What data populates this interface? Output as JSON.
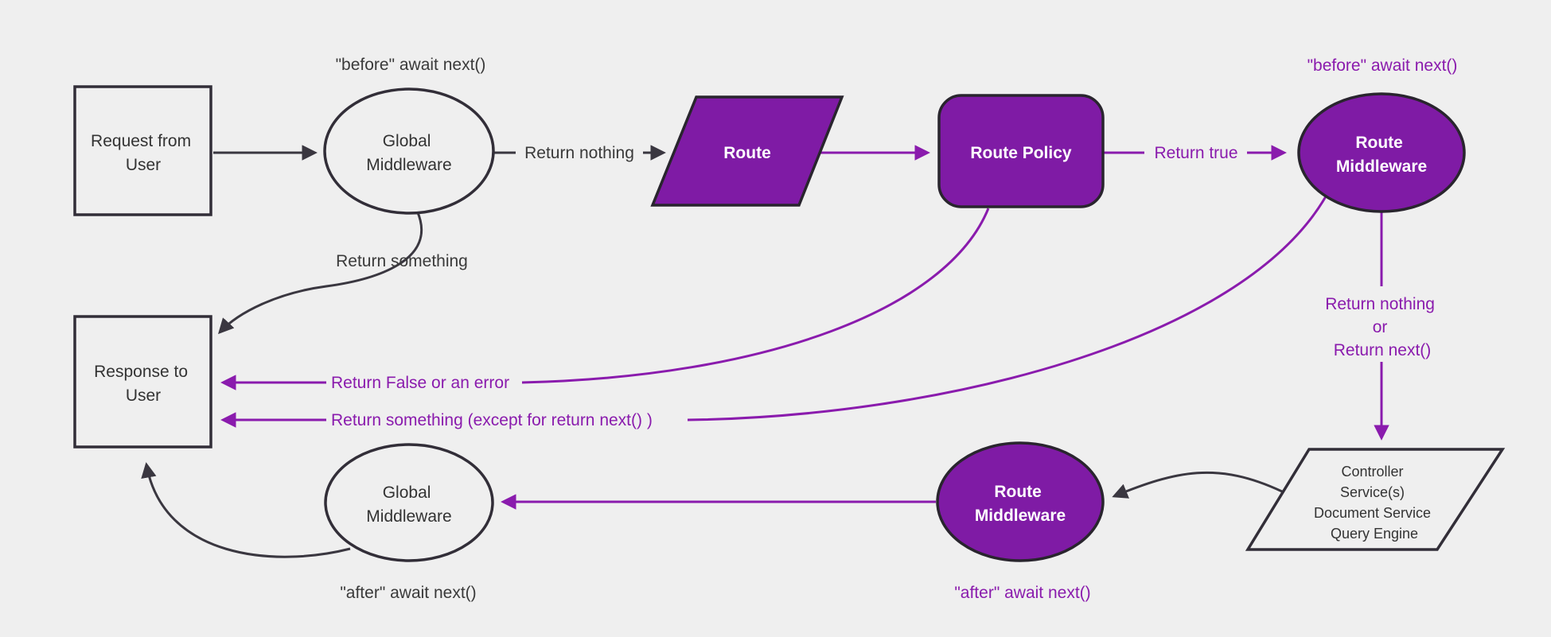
{
  "diagram_type": "flowchart",
  "colors": {
    "background": "#efefef",
    "purple_fill": "#7f1ba5",
    "purple_line": "#8a1bad",
    "dark_stroke": "#322e38",
    "dark_text": "#333333",
    "white_text": "#ffffff"
  },
  "nodes": {
    "request_user": {
      "shape": "rectangle",
      "line1": "Request from",
      "line2": "User"
    },
    "global_middleware_top": {
      "shape": "ellipse",
      "line1": "Global",
      "line2": "Middleware"
    },
    "route": {
      "shape": "parallelogram",
      "label": "Route"
    },
    "route_policy": {
      "shape": "rounded-rectangle",
      "label": "Route Policy"
    },
    "route_middleware_top": {
      "shape": "ellipse",
      "line1": "Route",
      "line2": "Middleware"
    },
    "controller_services": {
      "shape": "parallelogram",
      "line1": "Controller",
      "line2": "Service(s)",
      "line3": "Document Service",
      "line4": "Query Engine"
    },
    "route_middleware_bottom": {
      "shape": "ellipse",
      "line1": "Route",
      "line2": "Middleware"
    },
    "global_middleware_bottom": {
      "shape": "ellipse",
      "line1": "Global",
      "line2": "Middleware"
    },
    "response_user": {
      "shape": "rectangle",
      "line1": "Response to",
      "line2": "User"
    }
  },
  "labels": {
    "before_await_top": "\"before\" await next()",
    "return_nothing_top": "Return nothing",
    "return_true": "Return true",
    "before_await_right": "\"before\" await next()",
    "return_something_top": "Return something",
    "return_nothing_mid": "Return nothing",
    "or_mid": "or",
    "return_next_mid": "Return next()",
    "return_false_error": "Return False or an error",
    "return_something_except": "Return something (except for return next() )",
    "after_await_bottom_purple": "\"after\" await next()",
    "after_await_bottom_dark": "\"after\" await next()"
  }
}
